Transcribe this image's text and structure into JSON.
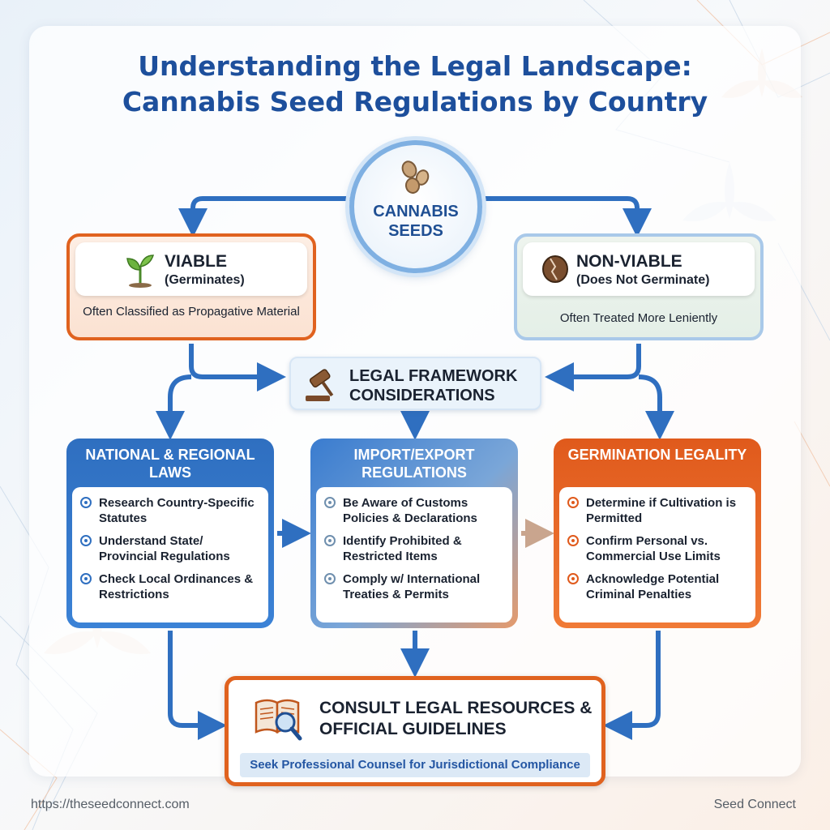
{
  "title_lines": [
    "Understanding the Legal Landscape:",
    "Cannabis Seed Regulations by Country"
  ],
  "center": {
    "label": "CANNABIS SEEDS",
    "icon": "seeds-icon"
  },
  "viable": {
    "title": "VIABLE",
    "subtitle": "(Germinates)",
    "description": "Often Classified as Propagative Material",
    "icon": "sprout-icon"
  },
  "nonviable": {
    "title": "NON-VIABLE",
    "subtitle": "(Does Not Germinate)",
    "description": "Often Treated More Leniently",
    "icon": "cracked-seed-icon"
  },
  "legal_framework": {
    "label": "LEGAL FRAMEWORK CONSIDERATIONS",
    "icon": "gavel-icon"
  },
  "columns": [
    {
      "title": "NATIONAL & REGIONAL LAWS",
      "items": [
        "Research Country-Specific Statutes",
        "Understand State/ Provincial Regulations",
        "Check Local Ordinances & Restrictions"
      ]
    },
    {
      "title": "IMPORT/EXPORT REGULATIONS",
      "items": [
        "Be Aware of Customs Policies & Declarations",
        "Identify Prohibited & Restricted Items",
        "Comply w/ International Treaties & Permits"
      ]
    },
    {
      "title": "GERMINATION LEGALITY",
      "items": [
        "Determine if Cultivation is Permitted",
        "Confirm Personal vs. Commercial Use Limits",
        "Acknowledge Potential Criminal Penalties"
      ]
    }
  ],
  "consult": {
    "title": "CONSULT LEGAL RESOURCES & OFFICIAL GUIDELINES",
    "subtitle": "Seek Professional Counsel for Jurisdictional Compliance",
    "icon": "book-magnifier-icon"
  },
  "footer": {
    "url": "https://theseedconnect.com",
    "brand": "Seed Connect"
  },
  "colors": {
    "blue": "#2f6fc0",
    "orange": "#e0621f",
    "title": "#1d4f9c"
  }
}
